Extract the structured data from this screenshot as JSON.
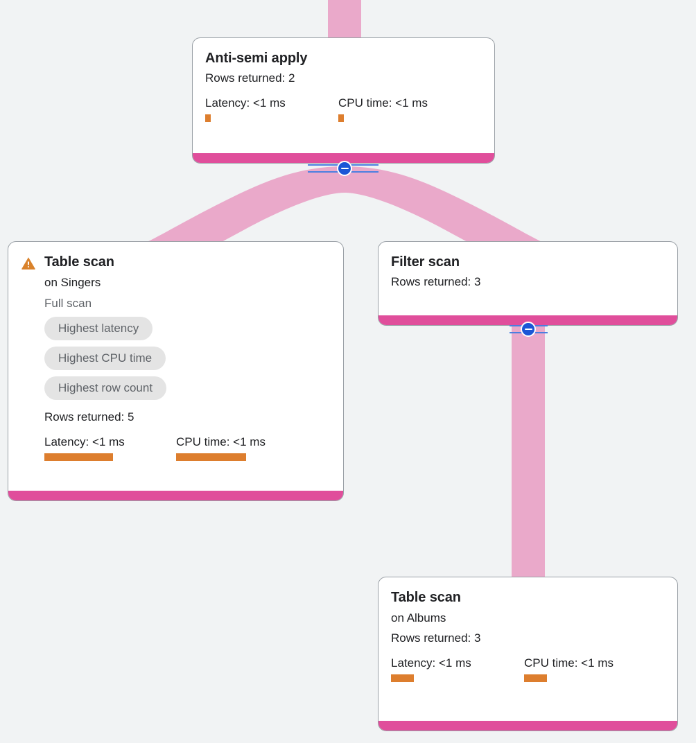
{
  "diagram": {
    "type": "query-execution-plan",
    "background_color": "#f1f3f4",
    "accent_color": "#e04e9b",
    "edge_color": "#eaa9ca",
    "bar_color": "#dd7e2e",
    "toggle_color": "#1a56d6"
  },
  "nodes": [
    {
      "id": "anti-semi-apply",
      "title": "Anti-semi apply",
      "rows_returned": "Rows returned: 2",
      "latency_label": "Latency: <1 ms",
      "cpu_label": "CPU time: <1 ms",
      "latency_bar_width": 8,
      "cpu_bar_width": 8,
      "has_warning": false
    },
    {
      "id": "table-scan-singers",
      "title": "Table scan",
      "subtitle": "on Singers",
      "scan_type": "Full scan",
      "badges": [
        "Highest latency",
        "Highest CPU time",
        "Highest row count"
      ],
      "rows_returned": "Rows returned: 5",
      "latency_label": "Latency: <1 ms",
      "cpu_label": "CPU time: <1 ms",
      "latency_bar_width": 99,
      "cpu_bar_width": 101,
      "has_warning": true,
      "warning_name": "warning-triangle-icon"
    },
    {
      "id": "filter-scan",
      "title": "Filter scan",
      "rows_returned": "Rows returned: 3",
      "has_warning": false
    },
    {
      "id": "table-scan-albums",
      "title": "Table scan",
      "subtitle": "on Albums",
      "rows_returned": "Rows returned: 3",
      "latency_label": "Latency: <1 ms",
      "cpu_label": "CPU time: <1 ms",
      "latency_bar_width": 33,
      "cpu_bar_width": 33,
      "has_warning": false
    }
  ],
  "toggles": [
    {
      "id": "toggle-anti-semi-apply",
      "name": "collapse-toggle-anti-semi-apply",
      "glyph": "minus"
    },
    {
      "id": "toggle-filter-scan",
      "name": "collapse-toggle-filter-scan",
      "glyph": "minus"
    }
  ]
}
